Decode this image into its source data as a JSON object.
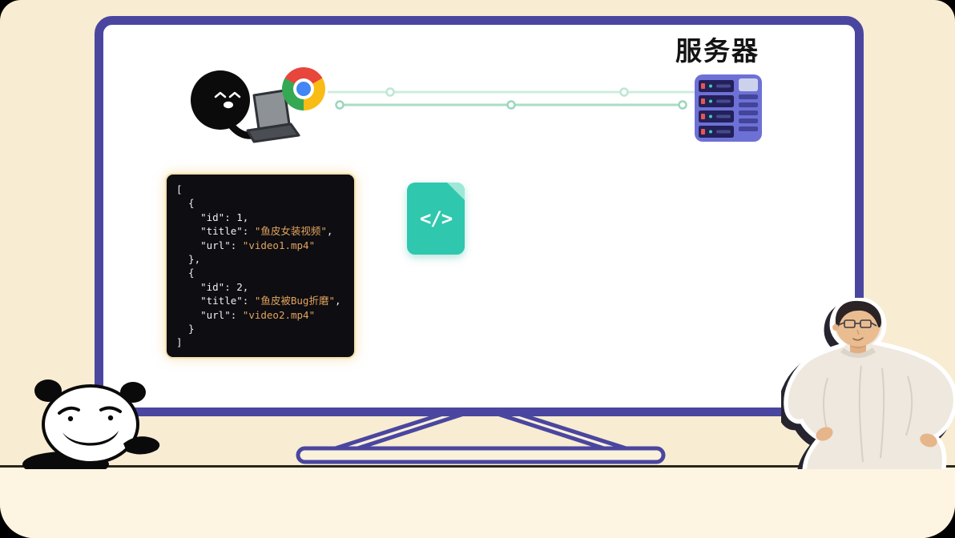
{
  "scene": {
    "server_label": "服务器",
    "file_icon_glyph": "</>"
  },
  "code_block": {
    "language": "json",
    "lines": [
      [
        {
          "text": "[",
          "type": "plain"
        }
      ],
      [
        {
          "text": "  {",
          "type": "plain"
        }
      ],
      [
        {
          "text": "    \"id\": 1,",
          "type": "plain"
        }
      ],
      [
        {
          "text": "    \"title\": ",
          "type": "plain"
        },
        {
          "text": "\"鱼皮女装视频\"",
          "type": "string"
        },
        {
          "text": ",",
          "type": "plain"
        }
      ],
      [
        {
          "text": "    \"url\": ",
          "type": "plain"
        },
        {
          "text": "\"video1.mp4\"",
          "type": "string"
        }
      ],
      [
        {
          "text": "  },",
          "type": "plain"
        }
      ],
      [
        {
          "text": "  {",
          "type": "plain"
        }
      ],
      [
        {
          "text": "    \"id\": 2,",
          "type": "plain"
        }
      ],
      [
        {
          "text": "    \"title\": ",
          "type": "plain"
        },
        {
          "text": "\"鱼皮被Bug折磨\"",
          "type": "string"
        },
        {
          "text": ",",
          "type": "plain"
        }
      ],
      [
        {
          "text": "    \"url\": ",
          "type": "plain"
        },
        {
          "text": "\"video2.mp4\"",
          "type": "string"
        }
      ],
      [
        {
          "text": "  }",
          "type": "plain"
        }
      ],
      [
        {
          "text": "]",
          "type": "plain"
        }
      ]
    ]
  },
  "colors": {
    "page_bg": "#f8ecd2",
    "monitor_frame": "#4a46a0",
    "screen_bg": "#ffffff",
    "code_bg": "#0d0d12",
    "code_plain": "#efefef",
    "code_string": "#e2a45c",
    "file_icon_teal": "#2fc7ae",
    "connection_green": "#a8ddc7",
    "server_purple": "#6d71d6"
  }
}
